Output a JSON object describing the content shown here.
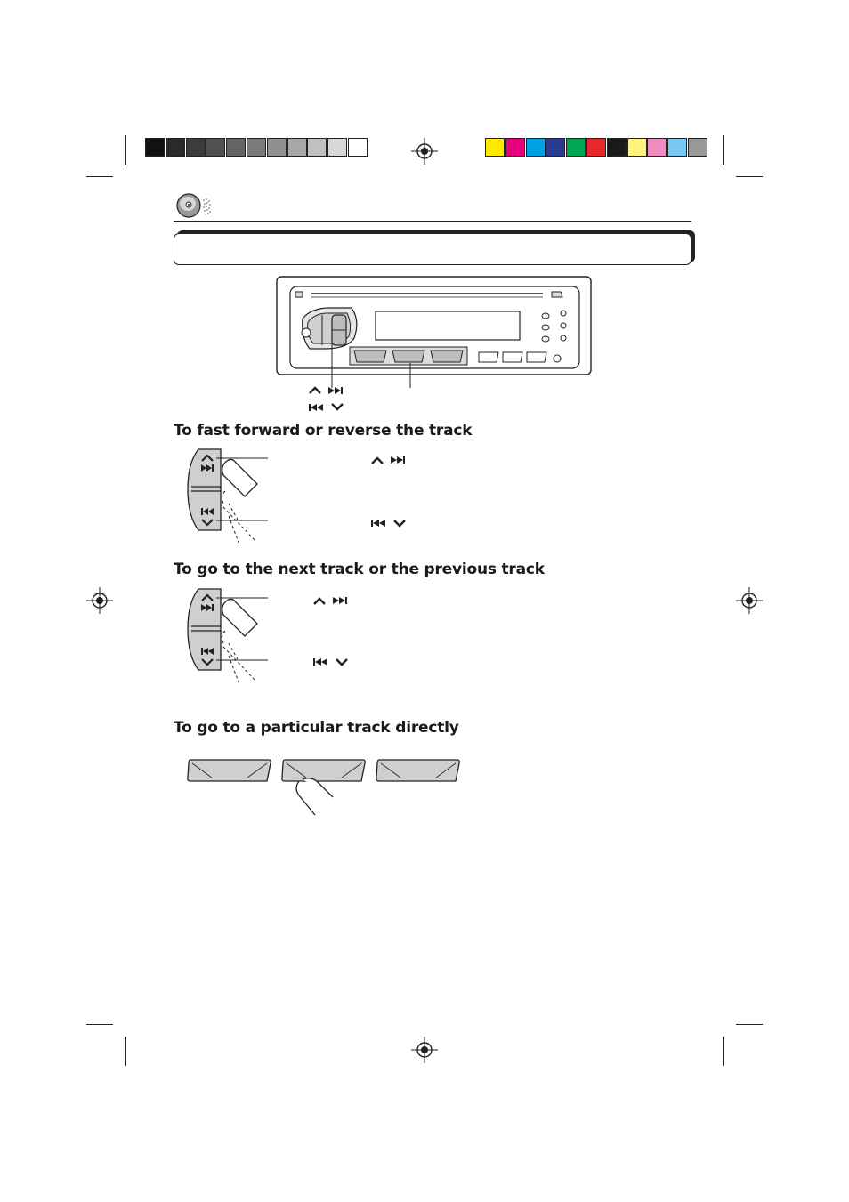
{
  "registration_marks": {
    "grayscale_bar": [
      "#111111",
      "#2a2a2a",
      "#3c3c3c",
      "#505050",
      "#646464",
      "#7a7a7a",
      "#909090",
      "#a8a8a8",
      "#c0c0c0",
      "#d8d8d8",
      "#ffffff"
    ],
    "color_bar": [
      "#ffea00",
      "#e6007e",
      "#00a0e4",
      "#2b3b8f",
      "#00a651",
      "#e8262b",
      "#1a1a1a",
      "#fff27f",
      "#f08bc0",
      "#78c8f0",
      "#999999"
    ]
  },
  "header": {
    "icon": "cd-disc-icon"
  },
  "title_bar": {
    "text": ""
  },
  "sections": {
    "fast_forward": {
      "heading": "To fast forward or reverse the track"
    },
    "next_previous": {
      "heading": "To go to the next track or the previous track"
    },
    "direct": {
      "heading": "To go to a particular track directly"
    }
  },
  "icons": {
    "up": "chevron-up-icon",
    "down": "chevron-down-icon",
    "next": "skip-forward-icon",
    "prev": "skip-back-icon",
    "finger": "pressing-finger-icon"
  }
}
